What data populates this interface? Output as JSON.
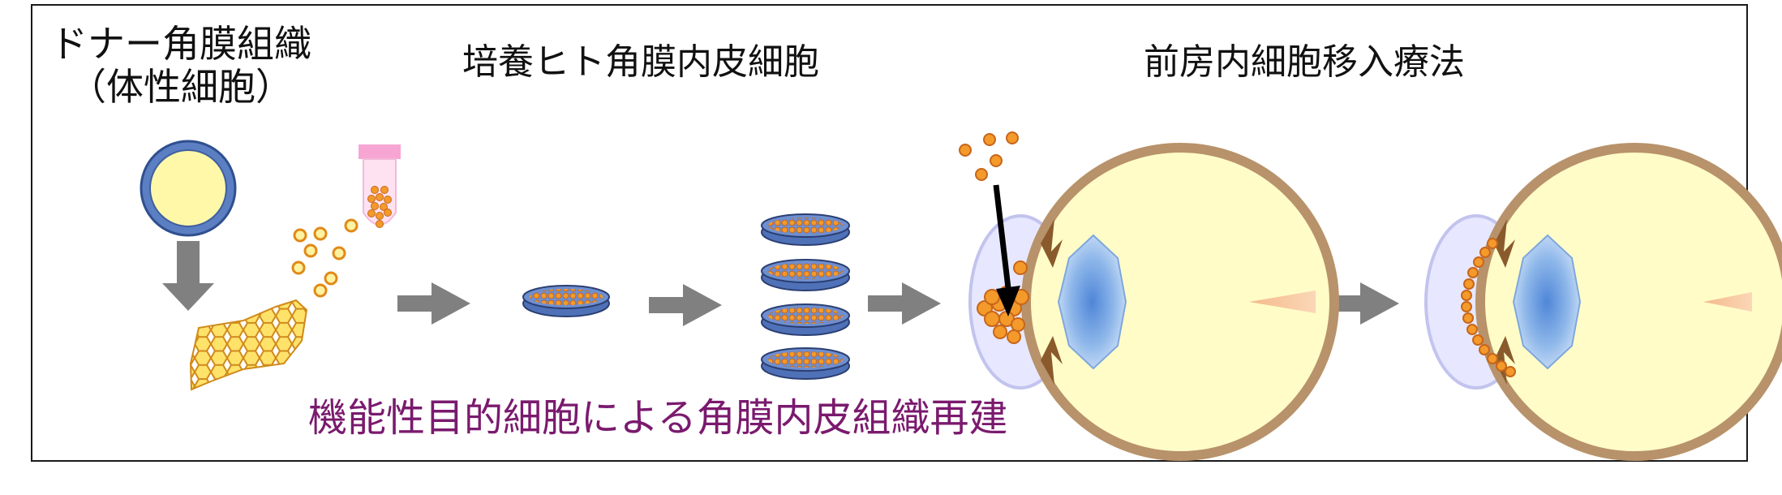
{
  "labels": {
    "donor_line1": "ドナー角膜組織",
    "donor_line2": "（体性細胞）",
    "cultured": "培養ヒト角膜内皮細胞",
    "therapy": "前房内細胞移入療法",
    "bottom": "機能性目的細胞による角膜内皮組織再建"
  },
  "colors": {
    "cell_fill": "#f39a2b",
    "cell_stroke": "#c8661a",
    "honeycomb_fill": "#ffe26a",
    "honeycomb_stroke": "#d08a1a",
    "arrow_gray": "#808080",
    "dish_blue": "#5b7fc2",
    "eye_fill": "#fffcc8",
    "eye_rim": "#b8926a",
    "lens_blue": "#8fb8ea",
    "tube_pink": "#f7a6d4",
    "bottom_text": "#7a1a6e"
  }
}
